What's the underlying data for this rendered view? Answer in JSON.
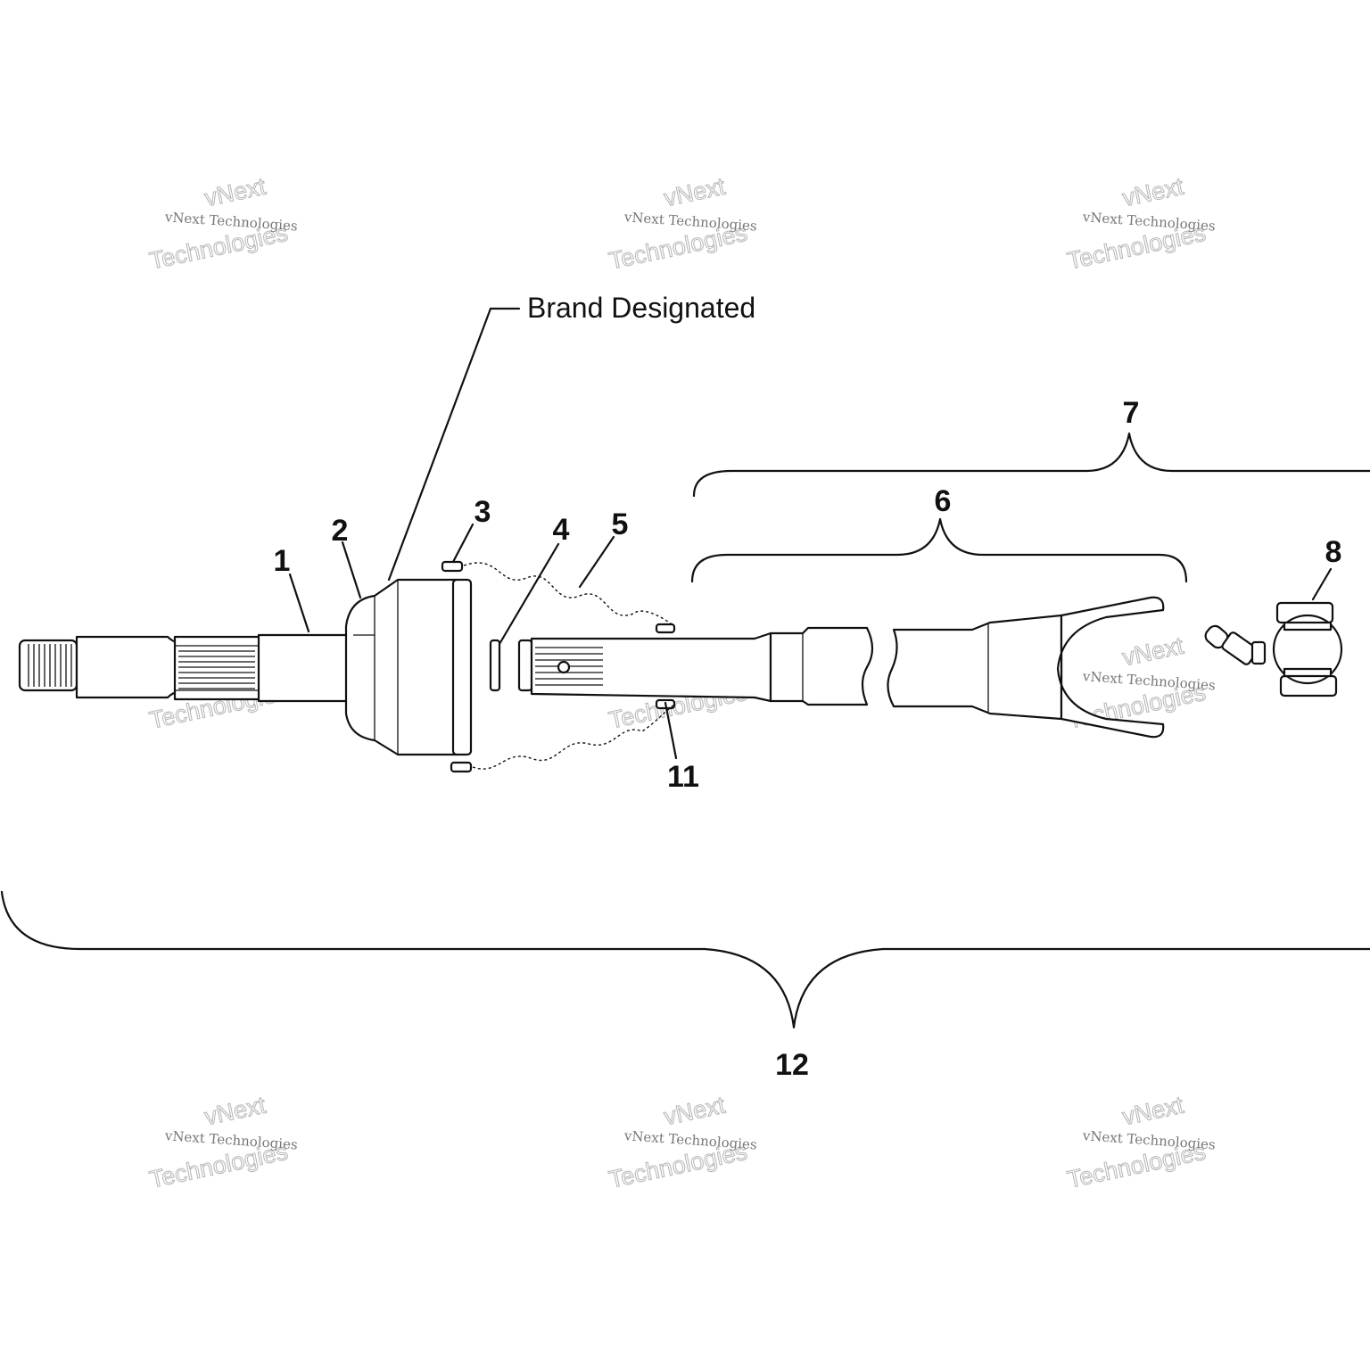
{
  "diagram": {
    "leader_note": "Brand Designated",
    "callouts": [
      {
        "id": "c1",
        "text": "1"
      },
      {
        "id": "c2",
        "text": "2"
      },
      {
        "id": "c3",
        "text": "3"
      },
      {
        "id": "c4",
        "text": "4"
      },
      {
        "id": "c5",
        "text": "5"
      },
      {
        "id": "c6",
        "text": "6"
      },
      {
        "id": "c7",
        "text": "7"
      },
      {
        "id": "c8",
        "text": "8"
      },
      {
        "id": "c11",
        "text": "11"
      },
      {
        "id": "c12",
        "text": "12"
      }
    ]
  },
  "watermark": {
    "line_small": "vNext Technologies",
    "line_top": "vNext",
    "line_bottom": "Technologies"
  },
  "colors": {
    "ink": "#111111",
    "watermark": "#b5b5b5",
    "background": "#ffffff"
  }
}
